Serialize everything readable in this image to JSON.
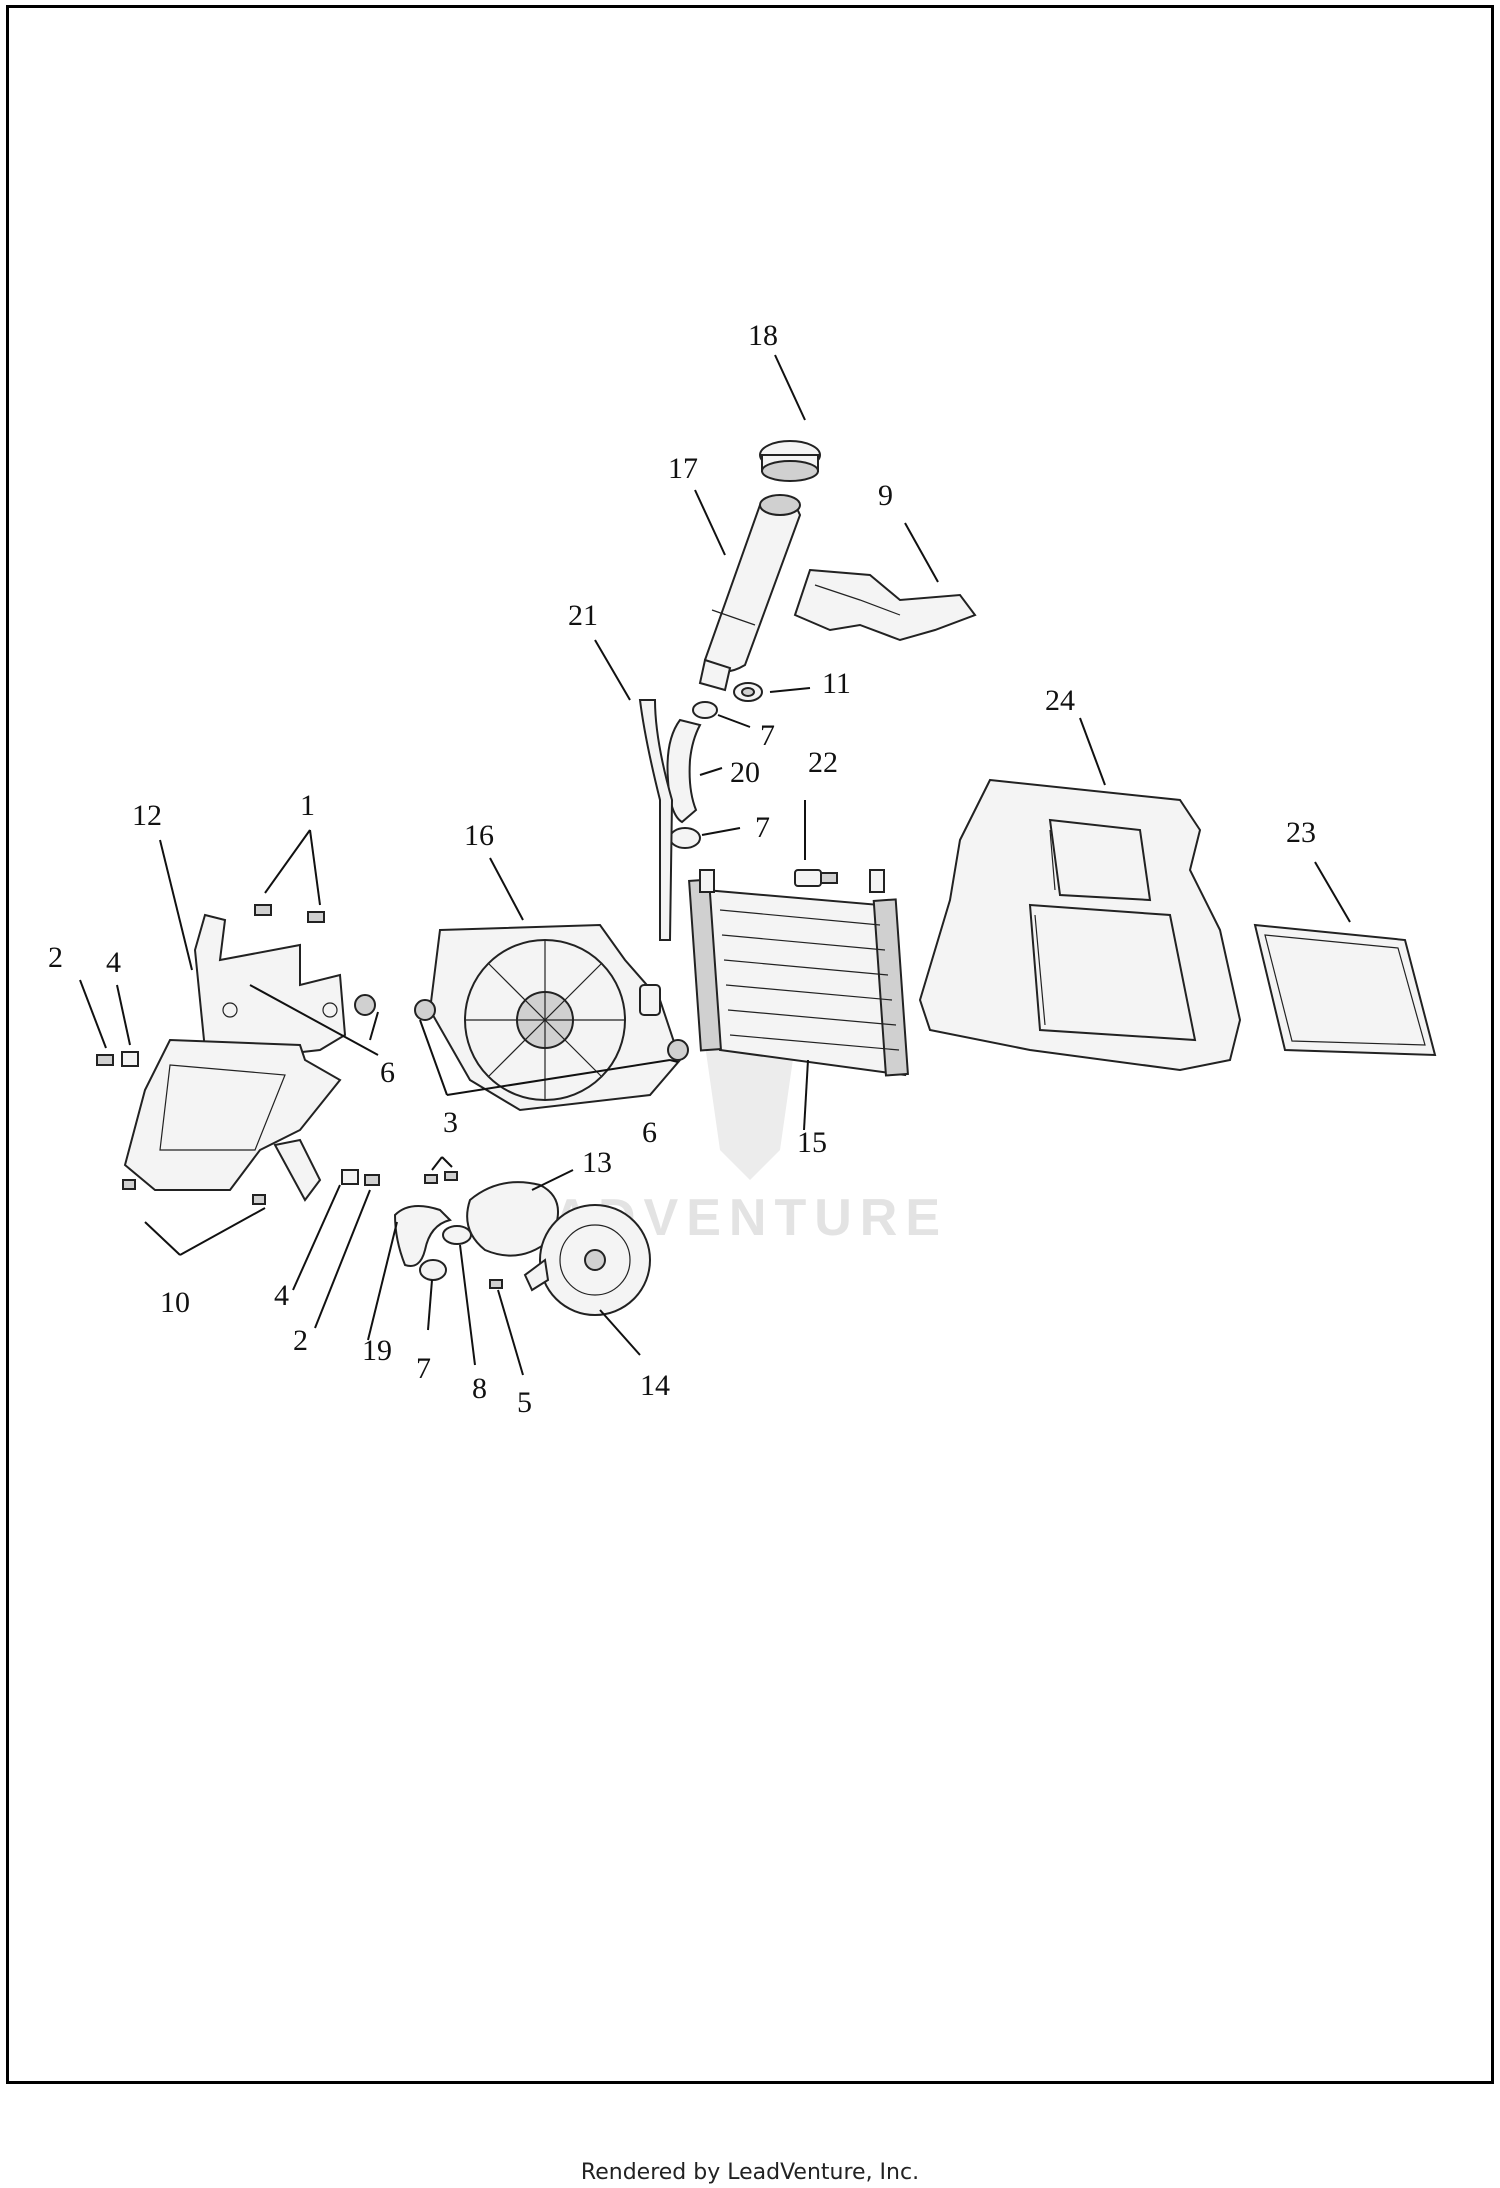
{
  "diagram": {
    "watermark": "LEADVENTURE",
    "callouts": [
      {
        "id": "c18",
        "text": "18"
      },
      {
        "id": "c17",
        "text": "17"
      },
      {
        "id": "c9",
        "text": "9"
      },
      {
        "id": "c21",
        "text": "21"
      },
      {
        "id": "c11",
        "text": "11"
      },
      {
        "id": "c7a",
        "text": "7"
      },
      {
        "id": "c20",
        "text": "20"
      },
      {
        "id": "c22",
        "text": "22"
      },
      {
        "id": "c7b",
        "text": "7"
      },
      {
        "id": "c24",
        "text": "24"
      },
      {
        "id": "c23",
        "text": "23"
      },
      {
        "id": "c12",
        "text": "12"
      },
      {
        "id": "c1",
        "text": "1"
      },
      {
        "id": "c16",
        "text": "16"
      },
      {
        "id": "c2a",
        "text": "2"
      },
      {
        "id": "c4a",
        "text": "4"
      },
      {
        "id": "c6a",
        "text": "6"
      },
      {
        "id": "c6b",
        "text": "6"
      },
      {
        "id": "c15",
        "text": "15"
      },
      {
        "id": "c3",
        "text": "3"
      },
      {
        "id": "c13",
        "text": "13"
      },
      {
        "id": "c10",
        "text": "10"
      },
      {
        "id": "c4b",
        "text": "4"
      },
      {
        "id": "c2b",
        "text": "2"
      },
      {
        "id": "c19",
        "text": "19"
      },
      {
        "id": "c7c",
        "text": "7"
      },
      {
        "id": "c8",
        "text": "8"
      },
      {
        "id": "c5",
        "text": "5"
      },
      {
        "id": "c14",
        "text": "14"
      }
    ]
  },
  "footer": {
    "text": "Rendered by LeadVenture, Inc."
  }
}
